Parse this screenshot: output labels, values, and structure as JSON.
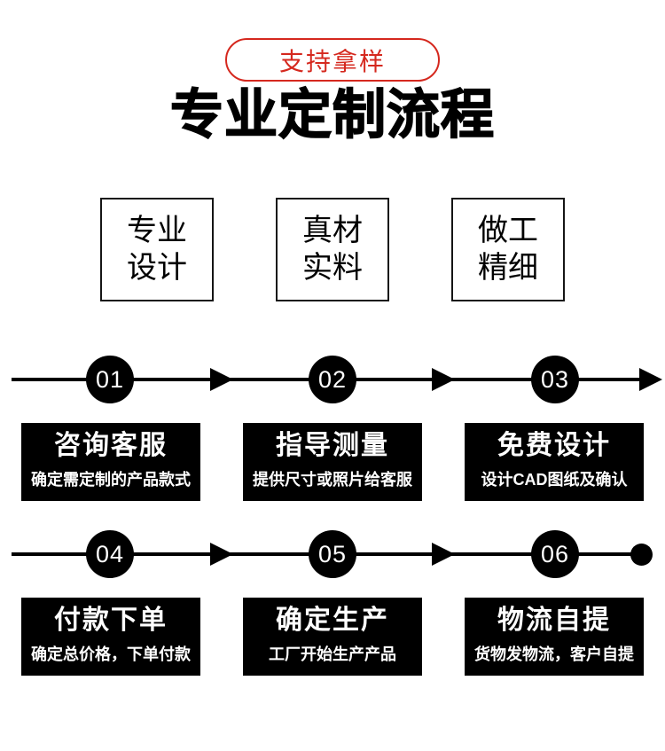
{
  "badge": {
    "label": "支持拿样"
  },
  "title": "专业定制流程",
  "features": [
    {
      "label": "专业\n设计"
    },
    {
      "label": "真材\n实料"
    },
    {
      "label": "做工\n精细"
    }
  ],
  "steps": [
    {
      "num": "01",
      "title": "咨询客服",
      "subtitle": "确定需定制的产品款式"
    },
    {
      "num": "02",
      "title": "指导测量",
      "subtitle": "提供尺寸或照片给客服"
    },
    {
      "num": "03",
      "title": "免费设计",
      "subtitle": "设计CAD图纸及确认"
    },
    {
      "num": "04",
      "title": "付款下单",
      "subtitle": "确定总价格，下单付款"
    },
    {
      "num": "05",
      "title": "确定生产",
      "subtitle": "工厂开始生产产品"
    },
    {
      "num": "06",
      "title": "物流自提",
      "subtitle": "货物发物流，客户自提"
    }
  ],
  "colors": {
    "accent_red": "#d5281e",
    "ink": "#000000",
    "card_bg": "#000000",
    "card_text": "#ffffff"
  }
}
